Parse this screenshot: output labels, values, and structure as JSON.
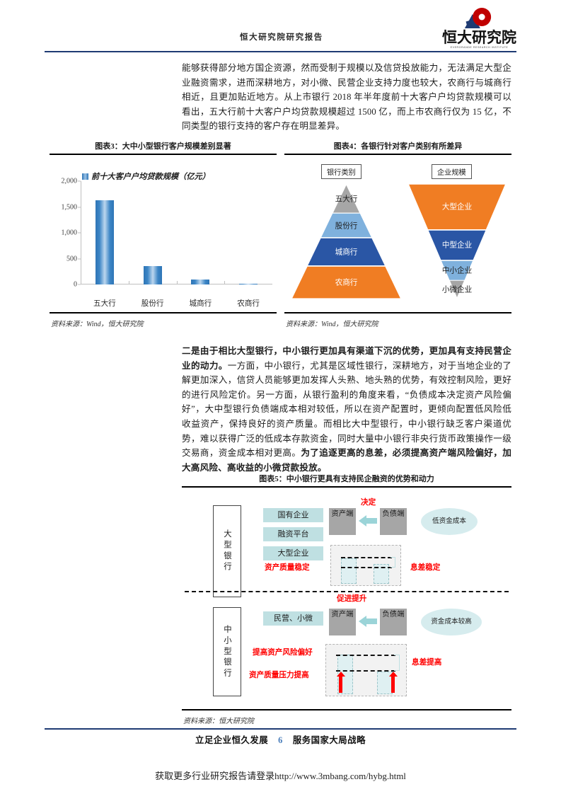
{
  "header": {
    "title": "恒大研究院研究报告",
    "logo_cn": "恒大研究院",
    "logo_en": "EVERGRANDE RESEARCH INSTITUTE"
  },
  "paragraphs": {
    "top": "能够获得部分地方国企资源，然而受制于规模以及信贷投放能力，无法满足大型企业融资需求，进而深耕地方，对小微、民营企业支持力度也较大，农商行与城商行相近，且更加贴近地方。从上市银行 2018 年半年度前十大客户户均贷款规模可以看出，五大行前十大客户户均贷款规模超过 1500 亿，而上市农商行仅为 15 亿，不同类型的银行支持的客户存在明显差异。",
    "mid_bold_1": "二是由于相比大型银行，中小银行更加具有渠道下沉的优势，更加具有支持民营企业的动力。",
    "mid_normal": "一方面，中小银行，尤其是区域性银行，深耕地方，对于当地企业的了解更加深入，信贷人员能够更加发挥人头熟、地头熟的优势，有效控制风险，更好的进行风险定价。另一方面，从银行盈利的角度来看，“负债成本决定资产风险偏好”，大中型银行负债端成本相对较低，所以在资产配置时，更倾向配置低风险低收益资产，保持良好的资产质量。而相比大中型银行，中小银行缺乏客户渠道优势，难以获得广泛的低成本存款资金，同时大量中小银行非央行货币政策操作一级交易商，资金成本相对更高。",
    "mid_bold_2": "为了追逐更高的息差，必须提高资产端风险偏好，加大高风险、高收益的小微贷款投放。"
  },
  "figure3": {
    "caption": "图表3：大中小型银行客户规模差别显著",
    "source": "资料来源：Wind，恒大研究院"
  },
  "figure4": {
    "caption": "图表4：各银行针对客户类别有所差异",
    "source": "资料来源：Wind，恒大研究院",
    "left_header": "银行类别",
    "right_header": "企业规模",
    "pyramid_levels": [
      "五大行",
      "股份行",
      "城商行",
      "农商行"
    ],
    "funnel_levels": [
      "大型企业",
      "中型企业",
      "中小企业",
      "小微企业"
    ],
    "colors": {
      "gray": "#a6a6a6",
      "light_blue": "#7fb1dd",
      "blue": "#2a56a5",
      "orange": "#f07d23"
    }
  },
  "figure5": {
    "caption": "图表5：中小银行更具有支持民企融资的优势和动力",
    "source": "资料来源：恒大研究院",
    "top_row": {
      "bank_label": "大型银行",
      "customers": [
        "国有企业",
        "融资平台",
        "大型企业"
      ],
      "asset_side": "资产端",
      "liability_side": "负债端",
      "relation": "决定",
      "cost_note": "低资金成本",
      "left_red": "资产质量稳定",
      "right_red": "息差稳定"
    },
    "middle_label": "促进提升",
    "bottom_row": {
      "bank_label": "中小型银行",
      "customers": [
        "民营、小微"
      ],
      "asset_side": "资产端",
      "liability_side": "负债端",
      "cost_note": "资金成本较高",
      "left_red_1": "提高资产风险偏好",
      "left_red_2": "资产质量压力提高",
      "right_red": "息差提高"
    }
  },
  "footer": {
    "left": "立足企业恒久发展",
    "page": "6",
    "right": "服务国家大局战略",
    "promo": "获取更多行业研究报告请登录http://www.3mbang.com/hybg.html"
  },
  "chart_data": {
    "type": "bar",
    "title": "",
    "legend": [
      "前十大客户户均贷款规模（亿元）"
    ],
    "categories": [
      "五大行",
      "股份行",
      "城商行",
      "农商行"
    ],
    "values": [
      1630,
      350,
      100,
      15
    ],
    "ylim": [
      0,
      2000
    ],
    "yticks": [
      0,
      500,
      1000,
      1500,
      2000
    ],
    "ytick_labels": [
      "0",
      "500",
      "1,000",
      "1,500",
      "2,000"
    ],
    "xlabel": "",
    "ylabel": "",
    "grid": false,
    "legend_position": "top",
    "bar_color": "#2e75b6"
  }
}
